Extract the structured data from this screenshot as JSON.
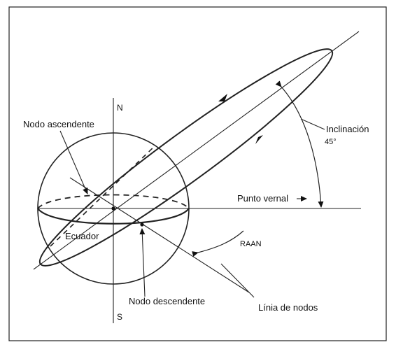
{
  "labels": {
    "north": "N",
    "south": "S",
    "nodo_ascendente": "Nodo  ascendente",
    "ecuador": "Ecuador",
    "nodo_descendente": "Nodo descendente",
    "linia_de_nodos": "Línia de nodos",
    "punto_vernal": "Punto vernal",
    "raan": "RAAN",
    "inclinacion": "Inclinación",
    "inclinacion_value": "45°"
  }
}
